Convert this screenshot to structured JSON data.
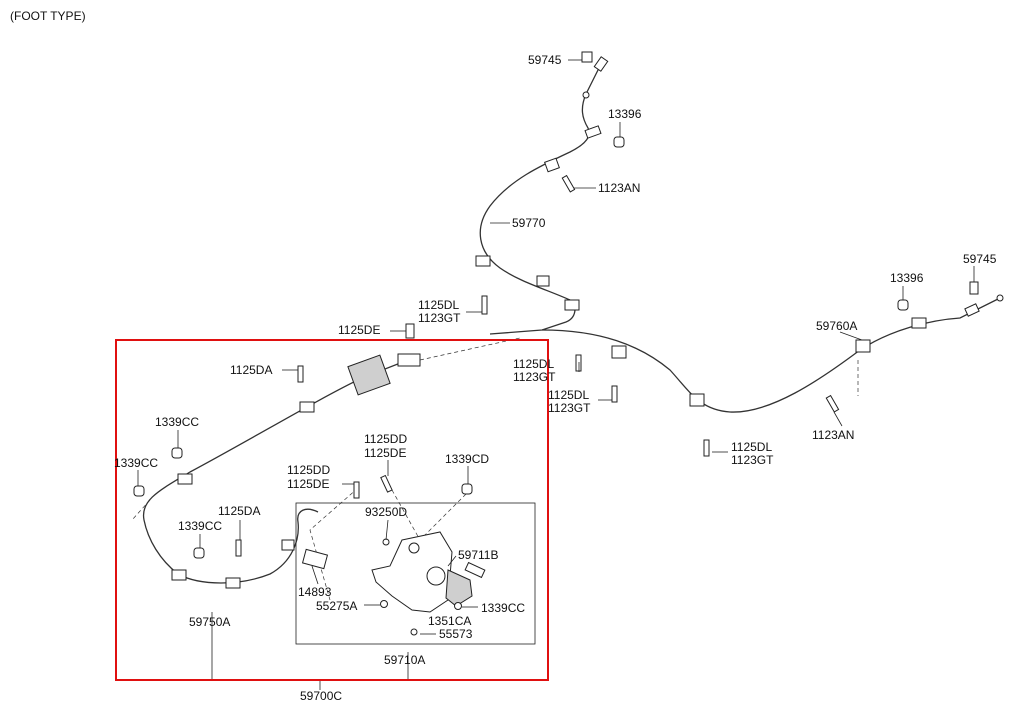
{
  "header": {
    "title": "(FOOT TYPE)"
  },
  "labels": {
    "p59745_top": "59745",
    "p13396_top": "13396",
    "p1123AN_top": "1123AN",
    "p59770": "59770",
    "p1125DL_a": "1125DL",
    "p1123GT_a": "1123GT",
    "p1125DE_a": "1125DE",
    "p1125DL_b": "1125DL",
    "p1123GT_b": "1123GT",
    "p1125DL_c": "1125DL",
    "p1123GT_c": "1123GT",
    "p1125DL_d": "1125DL",
    "p1123GT_d": "1123GT",
    "p59745_right": "59745",
    "p13396_right": "13396",
    "p59760A": "59760A",
    "p1123AN_right": "1123AN",
    "p1125DA_a": "1125DA",
    "p1339CC_a": "1339CC",
    "p1339CC_b": "1339CC",
    "p1125DD_a": "1125DD",
    "p1125DE_b": "1125DE",
    "p1339CD": "1339CD",
    "p1125DD_b": "1125DD",
    "p1125DE_c": "1125DE",
    "p93250D": "93250D",
    "p1125DA_b": "1125DA",
    "p1339CC_c": "1339CC",
    "p59711B": "59711B",
    "p14893": "14893",
    "p55275A": "55275A",
    "p1339CC_d": "1339CC",
    "p1351CA": "1351CA",
    "p55573": "55573",
    "p59750A": "59750A",
    "p59710A": "59710A",
    "p59700C": "59700C"
  },
  "colors": {
    "highlight": "#e01010",
    "line": "#222222"
  }
}
